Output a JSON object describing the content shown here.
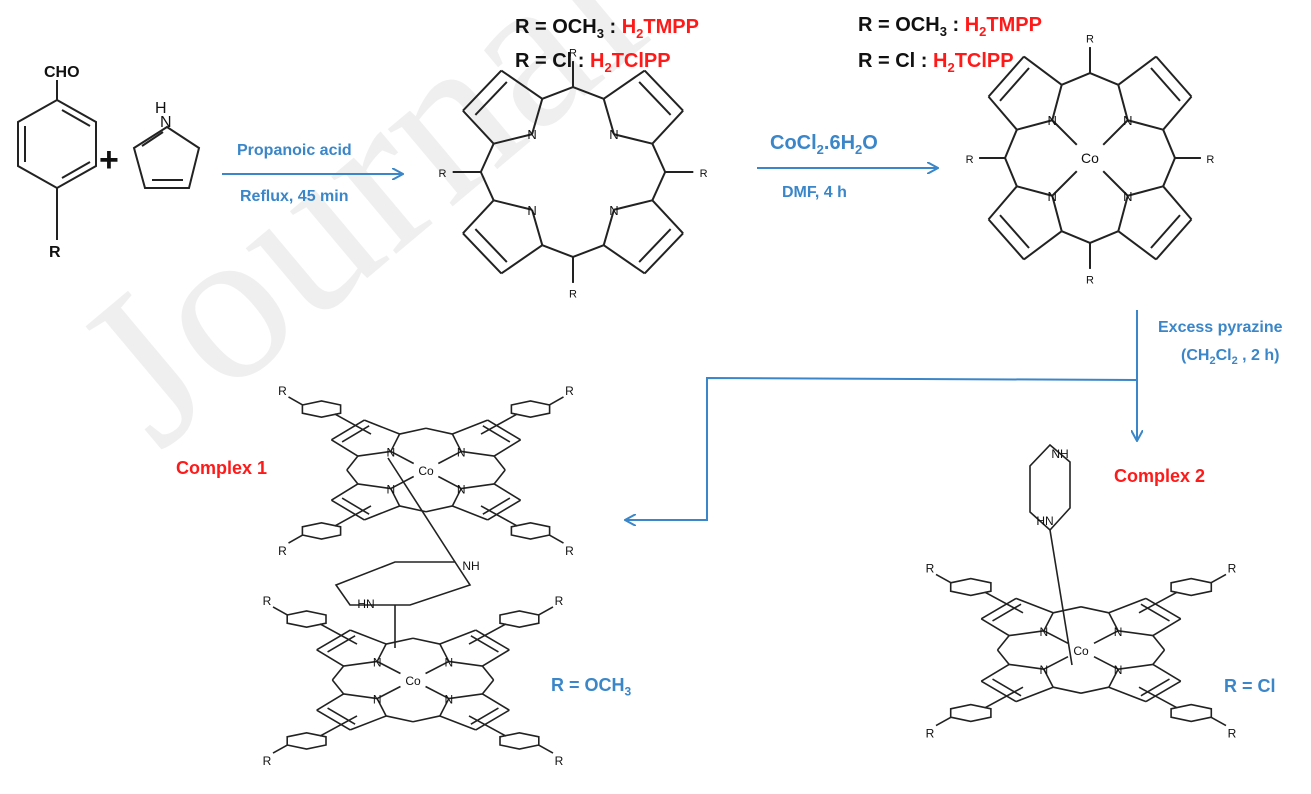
{
  "watermark": "Journal Pre-proof",
  "labels": {
    "r_ome_1_prefix": "R = OCH",
    "r_ome_1_sub": "3",
    "r_ome_1_sep": " : ",
    "r_ome_1_name_a": "H",
    "r_ome_1_name_sub": "2",
    "r_ome_1_name_b": "TMPP",
    "r_cl_1_prefix": "R = Cl : ",
    "r_cl_1_name_a": "H",
    "r_cl_1_name_sub": "2",
    "r_cl_1_name_b": "TClPP",
    "r_ome_2_prefix": "R = OCH",
    "r_ome_2_sub": "3",
    "r_ome_2_sep": " : ",
    "r_ome_2_name_a": "H",
    "r_ome_2_name_sub": "2",
    "r_ome_2_name_b": "TMPP",
    "r_cl_2_prefix": "R = Cl : ",
    "r_cl_2_name_a": "H",
    "r_cl_2_name_sub": "2",
    "r_cl_2_name_b": "TClPP",
    "cho": "CHO",
    "plus": "+",
    "r_benz": "R",
    "pyrrole_h": "H",
    "pyrrole_n": "N",
    "step1_top": "Propanoic  acid",
    "step1_bottom": "Reflux, 45 min",
    "step2_top_a": "CoCl",
    "step2_top_sub1": "2",
    "step2_top_b": ".6H",
    "step2_top_sub2": "2",
    "step2_top_c": "O",
    "step2_bottom": "DMF, 4 h",
    "step3_top": "Excess pyrazine",
    "step3_bottom_a": "(CH",
    "step3_bottom_sub1": "2",
    "step3_bottom_b": "Cl",
    "step3_bottom_sub2": "2",
    "step3_bottom_c": " , 2 h)",
    "complex1": "Complex 1",
    "complex2": "Complex 2",
    "r_eq_ome_a": "R = OCH",
    "r_eq_ome_sub": "3",
    "r_eq_cl": "R = Cl",
    "atom_n": "N",
    "atom_co": "Co",
    "atom_r": "R",
    "atom_nh": "NH",
    "atom_hn": "HN"
  },
  "colors": {
    "name_red": "#ff1a1a",
    "arrow_blue": "#3a86c8",
    "bond": "#222222"
  }
}
